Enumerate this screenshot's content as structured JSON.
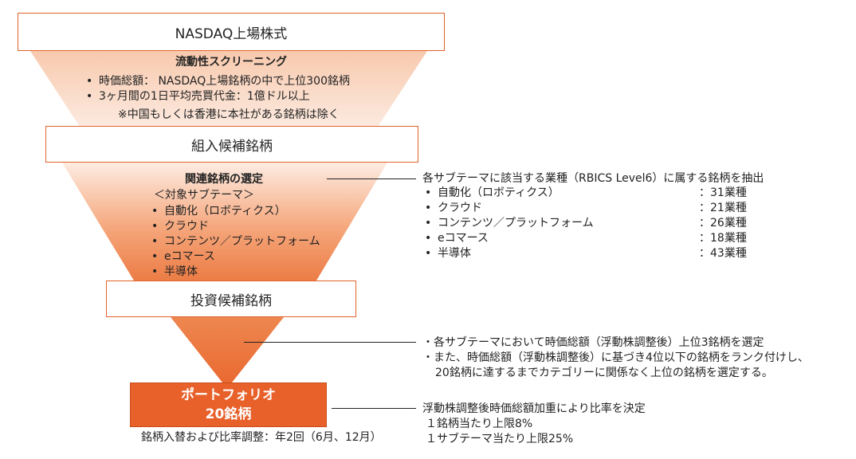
{
  "stage1": {
    "box_label": "NASDAQ上場株式",
    "screening_title": "流動性スクリーニング",
    "criteria": [
      "時価総額： NASDAQ上場銘柄の中で上位300銘柄",
      "3ヶ月間の1日平均売買代金：1億ドル以上"
    ],
    "note": "※中国もしくは香港に本社がある銘柄は除く"
  },
  "stage2": {
    "box_label": "組入候補銘柄",
    "selection_title": "関連銘柄の選定",
    "themes_header": "＜対象サブテーマ＞",
    "themes": [
      "自動化（ロボティクス）",
      "クラウド",
      "コンテンツ／プラットフォーム",
      "eコマース",
      "半導体"
    ]
  },
  "stage3": {
    "box_label": "投資候補銘柄"
  },
  "stage4": {
    "line1": "ポートフォリオ",
    "line2": "20銘柄",
    "rebalance_note": "銘柄入替および比率調整：年2回（6月、12月）"
  },
  "right_panel_1": {
    "heading": "各サブテーマに該当する業種（RBICS Level6）に属する銘柄を抽出",
    "rows": [
      {
        "name": "自動化（ロボティクス）",
        "count": "：31業種"
      },
      {
        "name": "クラウド",
        "count": "：21業種"
      },
      {
        "name": "コンテンツ／プラットフォーム",
        "count": "：26業種"
      },
      {
        "name": "eコマース",
        "count": "：18業種"
      },
      {
        "name": "半導体",
        "count": "：43業種"
      }
    ]
  },
  "right_panel_2": {
    "lines": [
      "・各サブテーマにおいて時価総額（浮動株調整後）上位3銘柄を選定",
      "・また、時価総額（浮動株調整後）に基づき4位以下の銘柄をランク付けし、",
      "20銘柄に達するまでカテゴリーに関係なく上位の銘柄を選定する。"
    ]
  },
  "right_panel_3": {
    "lines": [
      "浮動株調整後時価総額加重により比率を決定",
      "１銘柄当たり上限8%",
      "１サブテーマ当たり上限25%"
    ]
  },
  "colors": {
    "accent": "#e2622a",
    "final_box": "#e8602a",
    "funnel_light": "#fbe0d0",
    "funnel_dark": "#eb7b43"
  }
}
